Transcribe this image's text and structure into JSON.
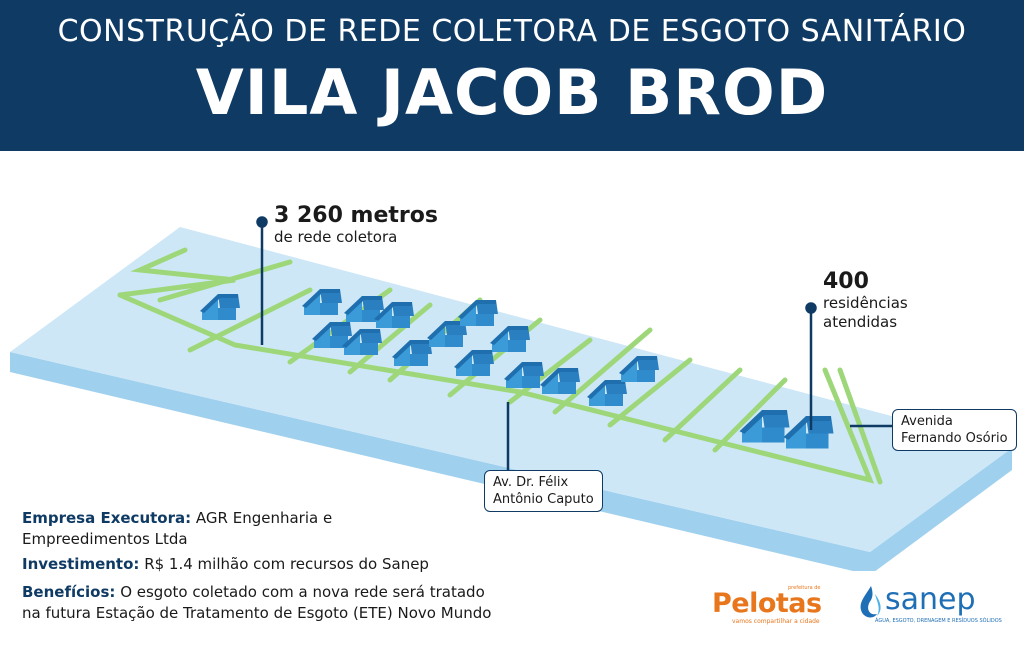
{
  "header": {
    "subtitle": "CONSTRUÇÃO DE REDE COLETORA DE ESGOTO SANITÁRIO",
    "title": "VILA JACOB BROD"
  },
  "callouts": {
    "network": {
      "value": "3 260 metros",
      "label": "de rede coletora"
    },
    "homes": {
      "value": "400",
      "label_line1": "residências",
      "label_line2": "atendidas"
    }
  },
  "streets": {
    "felix": {
      "line1": "Av. Dr. Félix",
      "line2": "Antônio Caputo"
    },
    "osorio": {
      "line1": "Avenida",
      "line2": "Fernando Osório"
    }
  },
  "info": {
    "company_label": "Empresa Executora:",
    "company_value_line1": "AGR Engenharia e",
    "company_value_line2": "Empreedimentos Ltda",
    "investment_label": "Investimento:",
    "investment_value": "R$ 1.4 milhão com recursos do Sanep",
    "benefits_label": "Benefícios:",
    "benefits_value_line1": "O esgoto coletado com a nova rede será tratado",
    "benefits_value_line2": "na futura Estação de Tratamento de Esgoto (ETE) Novo Mundo"
  },
  "logos": {
    "pelotas": {
      "word": "Pelotas",
      "pre": "prefeitura de",
      "tagline": "vamos compartilhar a cidade"
    },
    "sanep": {
      "word": "sanep",
      "tagline": "ÁGUA, ESGOTO, DRENAGEM E RESÍDUOS SÓLIDOS"
    }
  },
  "colors": {
    "header_bg": "#0e3a64",
    "map_fill": "#cde7f7",
    "map_edge": "#9fd0ee",
    "pipe": "#9ed77a",
    "house": "#3a9bd8",
    "house_roof": "#1f6fae",
    "pelotas": "#e8761c",
    "sanep": "#1e6fb6"
  }
}
